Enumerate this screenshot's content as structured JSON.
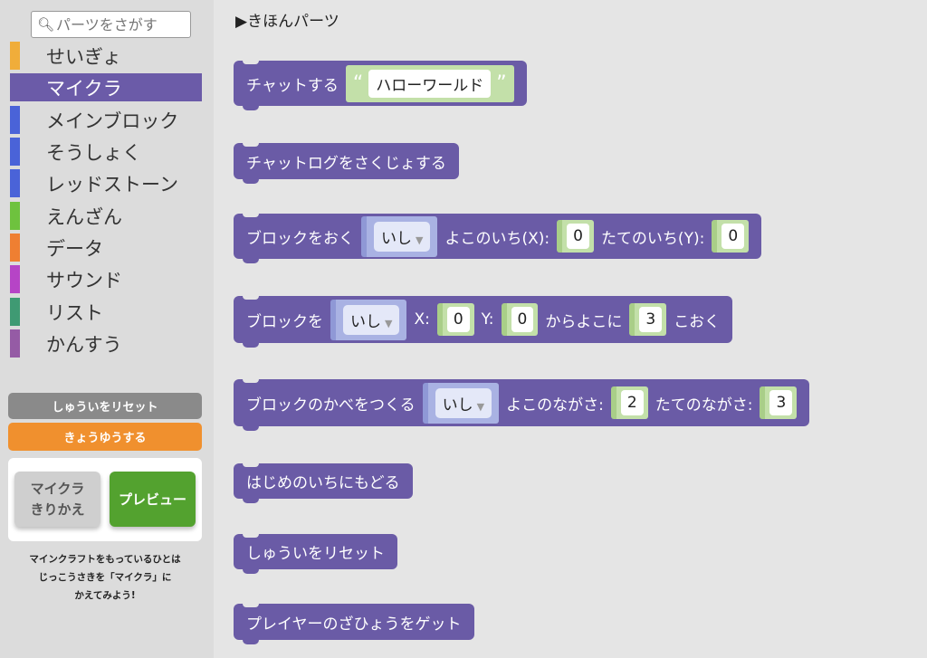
{
  "search": {
    "placeholder": "パーツをさがす",
    "icon": "search-icon"
  },
  "categories": [
    {
      "label": "",
      "color": "#999999"
    },
    {
      "label": "せいぎょ",
      "color": "#f0ad3a"
    },
    {
      "label": "マイクラ",
      "color": "#6b5ba8",
      "selected": true
    },
    {
      "label": "メインブロック",
      "color": "#4a63d8"
    },
    {
      "label": "そうしょく",
      "color": "#4a63d8"
    },
    {
      "label": "レッドストーン",
      "color": "#4a63d8"
    },
    {
      "label": "えんざん",
      "color": "#6ec23e"
    },
    {
      "label": "データ",
      "color": "#ef7f32"
    },
    {
      "label": "サウンド",
      "color": "#b644c6"
    },
    {
      "label": "リスト",
      "color": "#3f9a73"
    },
    {
      "label": "かんすう",
      "color": "#955ba5"
    }
  ],
  "buttons": {
    "reset": "しゅういをリセット",
    "share": "きょうゆうする",
    "switch_line1": "マイクラ",
    "switch_line2": "きりかえ",
    "preview": "プレビュー"
  },
  "note": [
    "マインクラフトをもっているひとは",
    "じっこうさきを「マイクラ」に",
    "かえてみよう!"
  ],
  "workspace": {
    "heading": "▶きほんパーツ",
    "blocks": [
      {
        "label": "チャットする",
        "string": "ハローワールド"
      },
      {
        "label": "チャットログをさくじょする"
      },
      {
        "label": "ブロックをおく",
        "dropdown": "いし",
        "x_label": "よこのいち(X):",
        "x": "0",
        "y_label": "たてのいち(Y):",
        "y": "0"
      },
      {
        "label": "ブロックを",
        "dropdown": "いし",
        "x_label": "X:",
        "x": "0",
        "y_label": "Y:",
        "y": "0",
        "mid": "からよこに",
        "n": "3",
        "end": "こおく"
      },
      {
        "label": "ブロックのかべをつくる",
        "dropdown": "いし",
        "w_label": "よこのながさ:",
        "w": "2",
        "h_label": "たてのながさ:",
        "h": "3"
      },
      {
        "label": "はじめのいちにもどる"
      },
      {
        "label": "しゅういをリセット"
      },
      {
        "label": "プレイヤーのざひょうをゲット"
      }
    ]
  }
}
